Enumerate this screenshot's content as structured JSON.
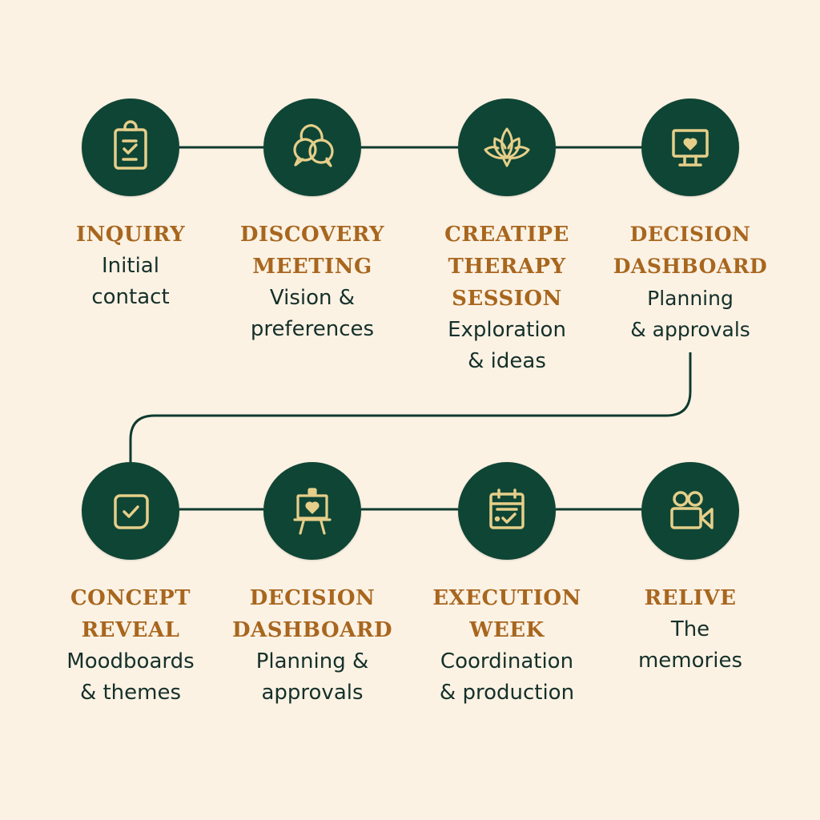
{
  "colors": {
    "background": "#FBF2E4",
    "node_fill": "#0F4535",
    "icon": "#E6CF8A",
    "title": "#A8661E",
    "description": "#15302A",
    "connector": "#0F3A2E"
  },
  "steps": [
    {
      "icon": "clipboard-check-icon",
      "title_lines": [
        "INQUIRY"
      ],
      "desc_lines": [
        "Initial",
        "contact"
      ]
    },
    {
      "icon": "speech-bubbles-icon",
      "title_lines": [
        "DISCOVERY",
        "MEETING"
      ],
      "desc_lines": [
        "Vision &",
        "preferences"
      ]
    },
    {
      "icon": "lotus-icon",
      "title_lines": [
        "CREATIPE",
        "THERAPY",
        "SESSION"
      ],
      "desc_lines": [
        "Exploration",
        "& ideas"
      ]
    },
    {
      "icon": "monitor-heart-icon",
      "title_lines": [
        "DECISION",
        "DASHBOARD"
      ],
      "desc_lines": [
        "Planning",
        "& approvals"
      ]
    },
    {
      "icon": "checkbox-icon",
      "title_lines": [
        "CONCEPT",
        "REVEAL"
      ],
      "desc_lines": [
        "Moodboards",
        "& themes"
      ]
    },
    {
      "icon": "easel-heart-icon",
      "title_lines": [
        "DECISION",
        "DASHBOARD"
      ],
      "desc_lines": [
        "Planning &",
        "approvals"
      ]
    },
    {
      "icon": "calendar-check-icon",
      "title_lines": [
        "EXECUTION",
        "WEEK"
      ],
      "desc_lines": [
        "Coordination",
        "& production"
      ]
    },
    {
      "icon": "movie-camera-icon",
      "title_lines": [
        "RELIVE"
      ],
      "desc_lines": [
        "The",
        "memories"
      ]
    }
  ]
}
